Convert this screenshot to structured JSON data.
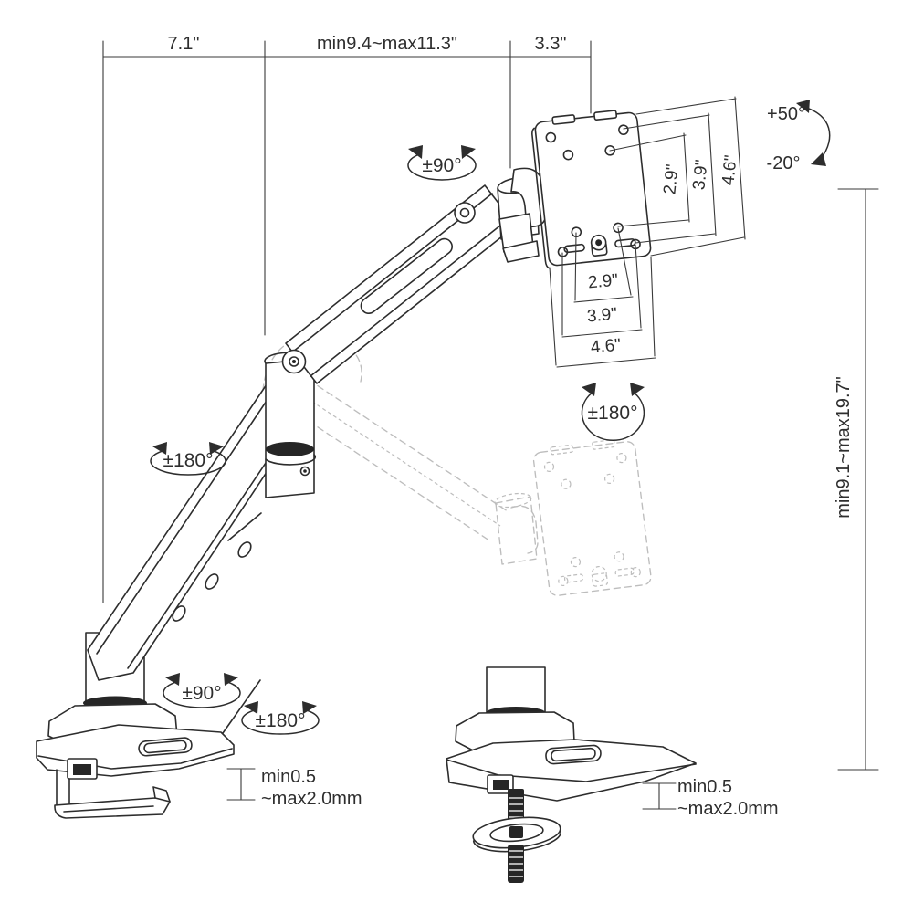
{
  "drawing": {
    "description": "Monitor arm desk mount technical dimension drawing",
    "background": "#ffffff",
    "ink_color": "#2d2d2d",
    "ghost_color": "#bdbdbd",
    "top_dimensions": {
      "left": "7.1\"",
      "middle": "min9.4~max11.3\"",
      "right": "3.3\""
    },
    "height_dimension": "min9.1~max19.7\"",
    "tilt": {
      "up": "+50°",
      "down": "-20°"
    },
    "rotations": {
      "head_swivel": "±90°",
      "vesa_rotation": "±180°",
      "arm_swivel": "±180°",
      "base_swivel": "±90°",
      "base_rotation": "±180°"
    },
    "vesa": {
      "vertical": [
        "2.9\"",
        "3.9\"",
        "4.6\""
      ],
      "horizontal": [
        "2.9\"",
        "3.9\"",
        "4.6\""
      ]
    },
    "desk_thickness": {
      "left": [
        "min0.5",
        "~max2.0mm"
      ],
      "right": [
        "min0.5",
        "~max2.0mm"
      ]
    }
  }
}
